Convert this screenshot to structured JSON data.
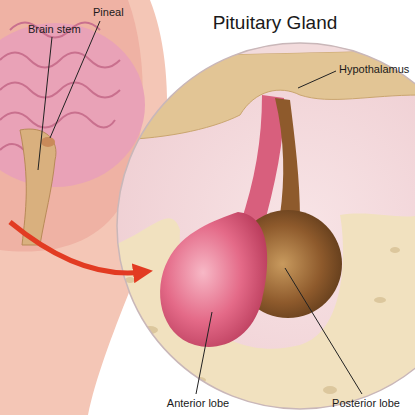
{
  "diagram": {
    "title": "Pituitary Gland",
    "labels": [
      "Pineal",
      "Brain stem",
      "Hypothalamus",
      "Anterior lobe",
      "Posterior lobe"
    ]
  }
}
